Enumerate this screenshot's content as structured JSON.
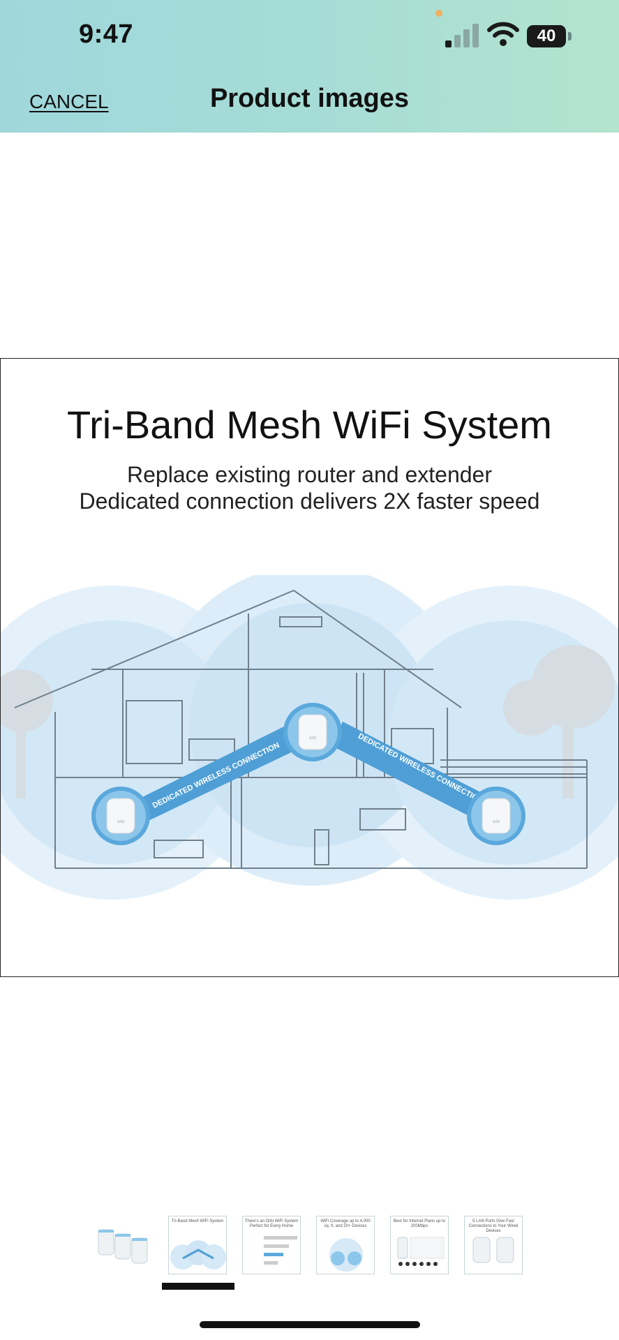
{
  "status_bar": {
    "time": "9:47",
    "battery": "40"
  },
  "header": {
    "cancel_label": "CANCEL",
    "title": "Product images"
  },
  "main_image": {
    "title": "Tri-Band Mesh WiFi System",
    "subtitle_line1": "Replace existing router and extender",
    "subtitle_line2": "Dedicated connection delivers 2X faster speed",
    "connection_label_left": "DEDICATED WIRELESS CONNECTION",
    "connection_label_right": "DEDICATED WIRELESS CONNECTION",
    "router_brand": "orbi"
  },
  "thumbnails": [
    {
      "caption": ""
    },
    {
      "caption": "Tri-Band Mesh WiFi System"
    },
    {
      "caption": "There's an Orbi WiFi System Perfect for Every Home"
    },
    {
      "caption": "WiFi Coverage up to 4,000 sq. ft. and 20+ Devices"
    },
    {
      "caption": "Best for Internet Plans up to 200Mbps"
    },
    {
      "caption": "5 LAN Ports Give Fast Connections to Your Wired Devices"
    }
  ],
  "selected_thumbnail": 1,
  "colors": {
    "header_start": "#9fd7dc",
    "header_end": "#b3e4cf",
    "wifi_blue": "#5aa8dc"
  }
}
